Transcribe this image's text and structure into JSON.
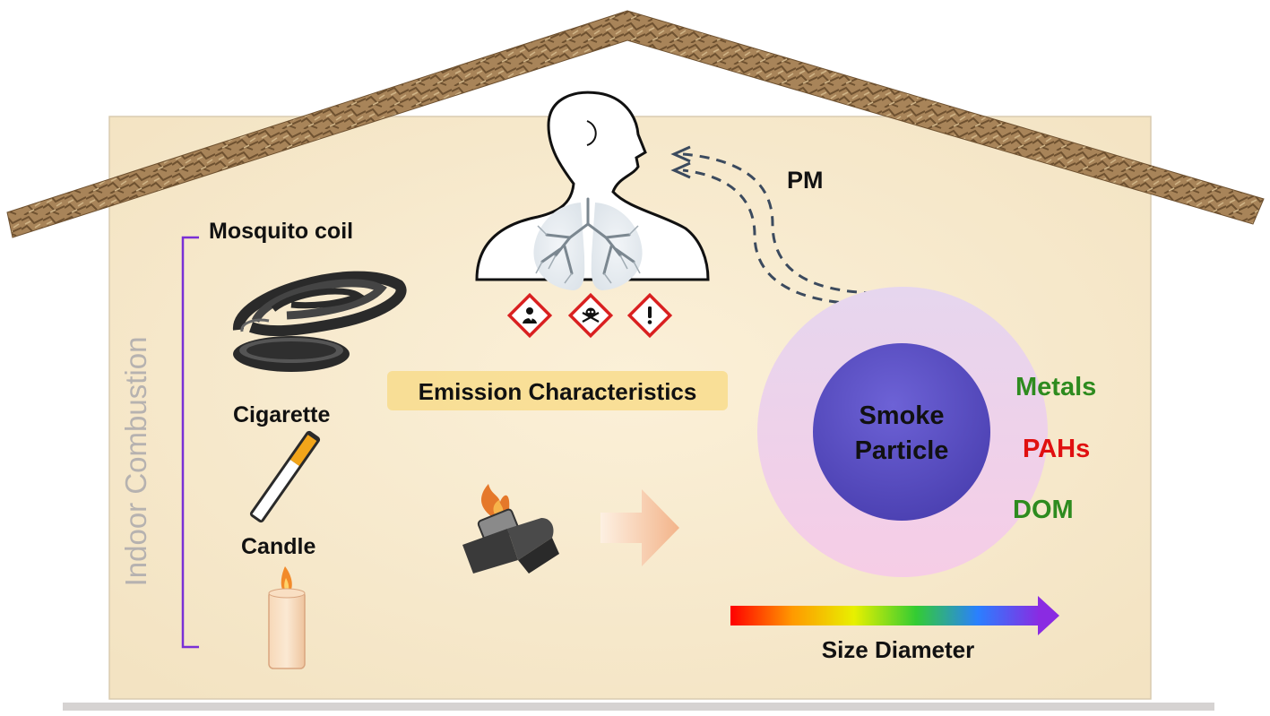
{
  "labels": {
    "indoor_combustion": "Indoor Combustion",
    "mosquito_coil": "Mosquito coil",
    "cigarette": "Cigarette",
    "candle": "Candle",
    "emission_characteristics": "Emission Characteristics",
    "pm": "PM",
    "smoke_particle_line1": "Smoke",
    "smoke_particle_line2": "Particle",
    "metals": "Metals",
    "pahs": "PAHs",
    "dom": "DOM",
    "size_diameter": "Size Diameter"
  },
  "colors": {
    "wall": "#f8ebcf",
    "roof": "#a88459",
    "bracket": "#7a2fd6",
    "side_label": "#b6b2b0",
    "metals": "#2e8b1f",
    "pahs": "#e01010",
    "dom": "#2e8b1f",
    "inner_particle": "#5a4fc4",
    "outer_halo": "#f2cde0",
    "emission_box": "#f8dc8c",
    "hazard_red": "#d92020"
  },
  "icons": [
    "mosquito-coil-icon",
    "cigarette-icon",
    "candle-icon",
    "lighter-flame-icon",
    "human-lungs-icon",
    "health-hazard-icon",
    "skull-crossbones-icon",
    "exclamation-hazard-icon",
    "right-arrow-icon",
    "gradient-arrow-icon"
  ]
}
